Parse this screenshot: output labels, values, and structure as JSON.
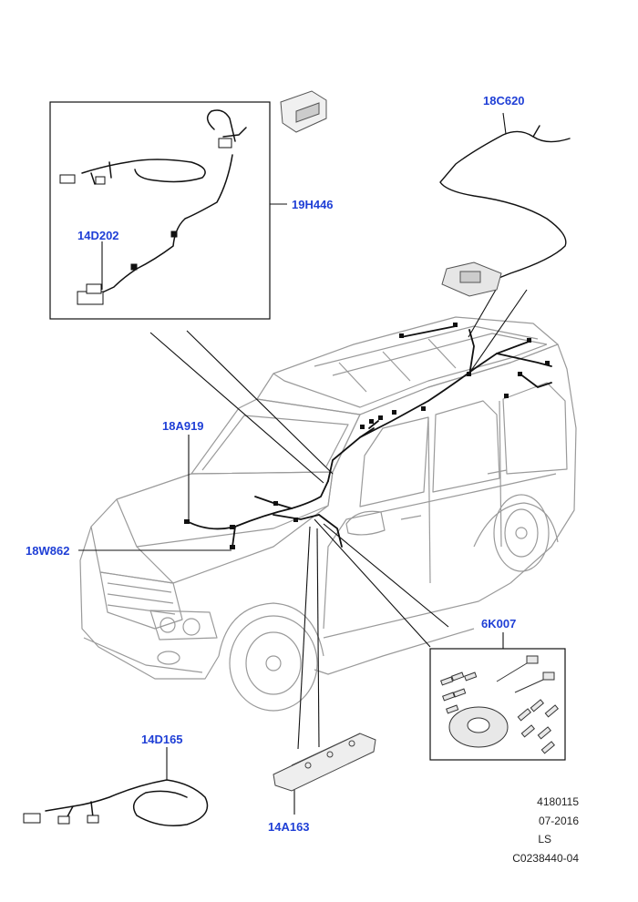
{
  "callouts": {
    "c18C620": "18C620",
    "c19H446": "19H446",
    "c14D202": "14D202",
    "c18A919": "18A919",
    "c18W862": "18W862",
    "c6K007": "6K007",
    "c14D165": "14D165",
    "c14A163": "14A163"
  },
  "meta": {
    "ref": "4180115",
    "date": "07-2016",
    "code": "LS",
    "drawing": "C0238440-04"
  },
  "colors": {
    "callout": "#1f3fd6",
    "line": "#111111",
    "vehicle": "#9a9a9a",
    "harness": "#111111"
  }
}
